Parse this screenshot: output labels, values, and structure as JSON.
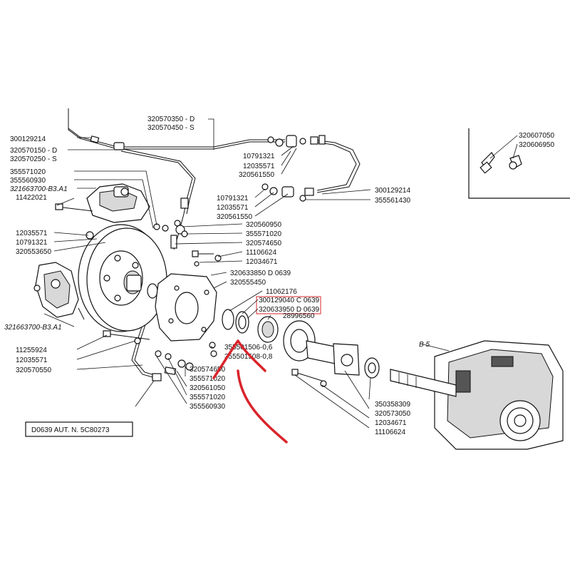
{
  "footer": {
    "code": "D0639  AUT. N. 5C80273"
  },
  "section_label": "B 5",
  "highlight_color": "#d9242b",
  "labels": {
    "p320570350": "320570350 - D",
    "p320570450": "320570450 - S",
    "p300129214_a": "300129214",
    "p320570150": "320570150 - D",
    "p320570250": "320570250 - S",
    "p355571020_a": "355571020",
    "p355560930_a": "355560930",
    "p321663700_a": "321663700-B3.A1",
    "p11422021": "11422021",
    "p12035571_a": "12035571",
    "p10791321_a": "10791321",
    "p320553650": "320553650",
    "p321663700_b": "321663700-B3.A1",
    "p11255924": "11255924",
    "p12035571_b": "12035571",
    "p320570550": "320570550",
    "p10791321_b": "10791321",
    "p12035571_c": "12035571",
    "p320561550_a": "320561550",
    "p10791321_c": "10791321",
    "p12035571_d": "12035571",
    "p320561550_b": "320561550",
    "p300129214_b": "300129214",
    "p355561430": "355561430",
    "p320560950": "320560950",
    "p355571020_b": "355571020",
    "p320574650_a": "320574650",
    "p11106624_a": "11106624",
    "p12034671_a": "12034671",
    "p320633850": "320633850 D 0639",
    "p320555450": "320555450",
    "p11062176": "11062176",
    "p300129040": "300129040 C 0639",
    "p320633950": "320633950 D 0639",
    "p28996560": "28996560",
    "p355501506": "355501506-0,6",
    "p355501508": "355501508-0,8",
    "p320574650_b": "320574650",
    "p355571020_c": "355571020",
    "p320561050": "320561050",
    "p355571020_d": "355571020",
    "p355560930_b": "355560930",
    "p350358309": "350358309",
    "p320573050": "320573050",
    "p12034671_b": "12034671",
    "p11106624_b": "11106624",
    "p320607050": "320607050",
    "p320606950": "320606950"
  }
}
